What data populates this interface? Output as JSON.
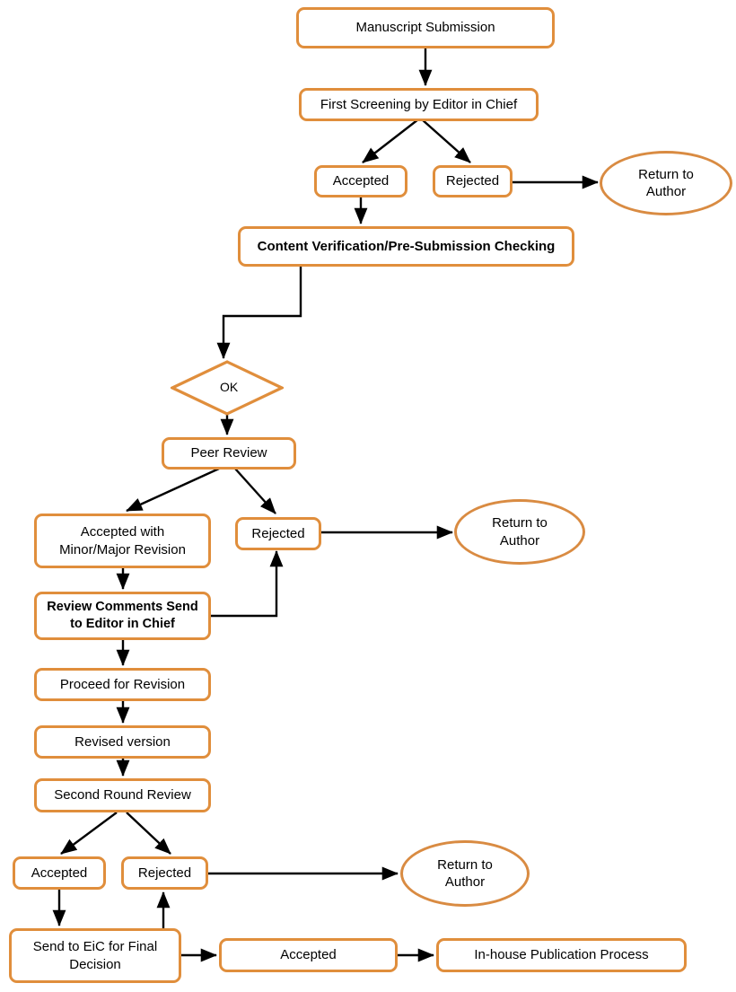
{
  "diagram": {
    "title": "Manuscript peer review and publication workflow",
    "type": "flowchart",
    "colors": {
      "node_border": "#E08E3C",
      "ellipse_border": "#D98B42",
      "edge": "#000000",
      "background": "#FFFFFF",
      "text": "#000000"
    },
    "nodes": [
      {
        "id": "manuscript_submission",
        "shape": "rounded-rect",
        "label": "Manuscript Submission"
      },
      {
        "id": "first_screening",
        "shape": "rounded-rect",
        "label": "First Screening by Editor in Chief"
      },
      {
        "id": "screen_accepted",
        "shape": "rounded-rect",
        "label": "Accepted"
      },
      {
        "id": "screen_rejected",
        "shape": "rounded-rect",
        "label": "Rejected"
      },
      {
        "id": "return_author_1",
        "shape": "ellipse",
        "label_line1": "Return to",
        "label_line2": "Author"
      },
      {
        "id": "content_verification",
        "shape": "rounded-rect",
        "label": "Content Verification/Pre-Submission Checking"
      },
      {
        "id": "ok_decision",
        "shape": "diamond",
        "label": "OK"
      },
      {
        "id": "peer_review",
        "shape": "rounded-rect",
        "label": "Peer Review"
      },
      {
        "id": "accepted_with_revision",
        "shape": "rounded-rect",
        "label_line1": "Accepted with",
        "label_line2": "Minor/Major Revision"
      },
      {
        "id": "peer_rejected",
        "shape": "rounded-rect",
        "label": "Rejected"
      },
      {
        "id": "return_author_2",
        "shape": "ellipse",
        "label_line1": "Return to",
        "label_line2": "Author"
      },
      {
        "id": "review_comments",
        "shape": "rounded-rect",
        "label_line1": "Review Comments Send",
        "label_line2": "to Editor in Chief"
      },
      {
        "id": "proceed_revision",
        "shape": "rounded-rect",
        "label": "Proceed for Revision"
      },
      {
        "id": "revised_version",
        "shape": "rounded-rect",
        "label": "Revised version"
      },
      {
        "id": "second_round_review",
        "shape": "rounded-rect",
        "label": "Second Round Review"
      },
      {
        "id": "second_accepted",
        "shape": "rounded-rect",
        "label": "Accepted"
      },
      {
        "id": "second_rejected",
        "shape": "rounded-rect",
        "label": "Rejected"
      },
      {
        "id": "return_author_3",
        "shape": "ellipse",
        "label_line1": "Return to",
        "label_line2": "Author"
      },
      {
        "id": "send_eic_final",
        "shape": "rounded-rect",
        "label_line1": "Send to EiC for Final",
        "label_line2": "Decision"
      },
      {
        "id": "final_accepted",
        "shape": "rounded-rect",
        "label": "Accepted"
      },
      {
        "id": "inhouse_publication",
        "shape": "rounded-rect",
        "label": "In-house Publication Process"
      }
    ],
    "edges": [
      {
        "from": "manuscript_submission",
        "to": "first_screening"
      },
      {
        "from": "first_screening",
        "to": "screen_accepted"
      },
      {
        "from": "first_screening",
        "to": "screen_rejected"
      },
      {
        "from": "screen_rejected",
        "to": "return_author_1"
      },
      {
        "from": "screen_accepted",
        "to": "content_verification"
      },
      {
        "from": "content_verification",
        "to": "ok_decision"
      },
      {
        "from": "ok_decision",
        "to": "peer_review"
      },
      {
        "from": "peer_review",
        "to": "accepted_with_revision"
      },
      {
        "from": "peer_review",
        "to": "peer_rejected"
      },
      {
        "from": "peer_rejected",
        "to": "return_author_2"
      },
      {
        "from": "accepted_with_revision",
        "to": "review_comments"
      },
      {
        "from": "review_comments",
        "to": "peer_rejected"
      },
      {
        "from": "review_comments",
        "to": "proceed_revision"
      },
      {
        "from": "proceed_revision",
        "to": "revised_version"
      },
      {
        "from": "revised_version",
        "to": "second_round_review"
      },
      {
        "from": "second_round_review",
        "to": "second_accepted"
      },
      {
        "from": "second_round_review",
        "to": "second_rejected"
      },
      {
        "from": "second_rejected",
        "to": "return_author_3"
      },
      {
        "from": "second_accepted",
        "to": "send_eic_final"
      },
      {
        "from": "send_eic_final",
        "to": "second_rejected"
      },
      {
        "from": "send_eic_final",
        "to": "final_accepted"
      },
      {
        "from": "final_accepted",
        "to": "inhouse_publication"
      }
    ]
  }
}
